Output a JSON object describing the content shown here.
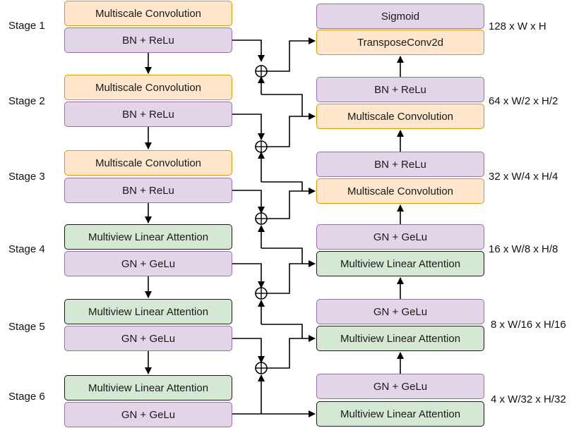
{
  "encoder": {
    "stages": [
      {
        "label": "Stage 1",
        "top": "Multiscale Convolution",
        "bottom": "BN + ReLu"
      },
      {
        "label": "Stage 2",
        "top": "Multiscale Convolution",
        "bottom": "BN + ReLu"
      },
      {
        "label": "Stage 3",
        "top": "Multiscale Convolution",
        "bottom": "BN + ReLu"
      },
      {
        "label": "Stage 4",
        "top": "Multiview Linear Attention",
        "bottom": "GN + GeLu"
      },
      {
        "label": "Stage 5",
        "top": "Multiview Linear Attention",
        "bottom": "GN + GeLu"
      },
      {
        "label": "Stage 6",
        "top": "Multiview Linear Attention",
        "bottom": "GN + GeLu"
      }
    ]
  },
  "decoder": {
    "levels": [
      {
        "top": "Sigmoid",
        "bottom": "TransposeConv2d",
        "dims": "128 x W x H"
      },
      {
        "top": "BN + ReLu",
        "bottom": "Multiscale Convolution",
        "dims": "64 x W/2 x H/2"
      },
      {
        "top": "BN + ReLu",
        "bottom": "Multiscale Convolution",
        "dims": "32 x W/4 x H/4"
      },
      {
        "top": "GN + GeLu",
        "bottom": "Multiview Linear Attention",
        "dims": "16 x W/8 x H/8"
      },
      {
        "top": "GN + GeLu",
        "bottom": "Multiview Linear Attention",
        "dims": "8 x W/16 x H/16"
      },
      {
        "top": "GN + GeLu",
        "bottom": "Multiview Linear Attention",
        "dims": "4 x W/32 x H/32"
      }
    ]
  },
  "colors": {
    "conv_fill": "#ffe6cc",
    "conv_border": "#d79b00",
    "norm_fill": "#e1d5e7",
    "norm_border": "#9673a6",
    "attention_fill": "#d5e8d4",
    "arrow": "#000000"
  }
}
